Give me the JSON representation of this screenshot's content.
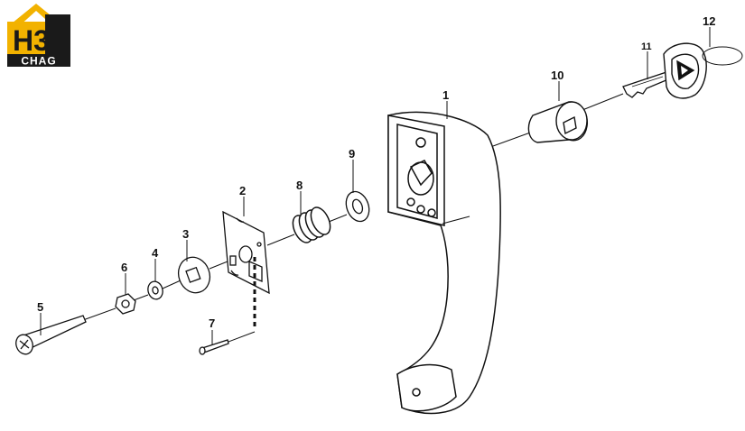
{
  "logo": {
    "mark": "H3",
    "wordmark": "CHAG",
    "colors": {
      "gold": "#f2b200",
      "dark": "#1a1a1a",
      "white": "#ffffff"
    }
  },
  "callouts": [
    {
      "id": "1",
      "label": "1"
    },
    {
      "id": "2",
      "label": "2"
    },
    {
      "id": "3",
      "label": "3"
    },
    {
      "id": "4",
      "label": "4"
    },
    {
      "id": "5",
      "label": "5"
    },
    {
      "id": "6",
      "label": "6"
    },
    {
      "id": "7",
      "label": "7"
    },
    {
      "id": "8",
      "label": "8"
    },
    {
      "id": "9",
      "label": "9"
    },
    {
      "id": "10",
      "label": "10"
    },
    {
      "id": "11",
      "label": "11"
    },
    {
      "id": "12",
      "label": "12"
    }
  ]
}
